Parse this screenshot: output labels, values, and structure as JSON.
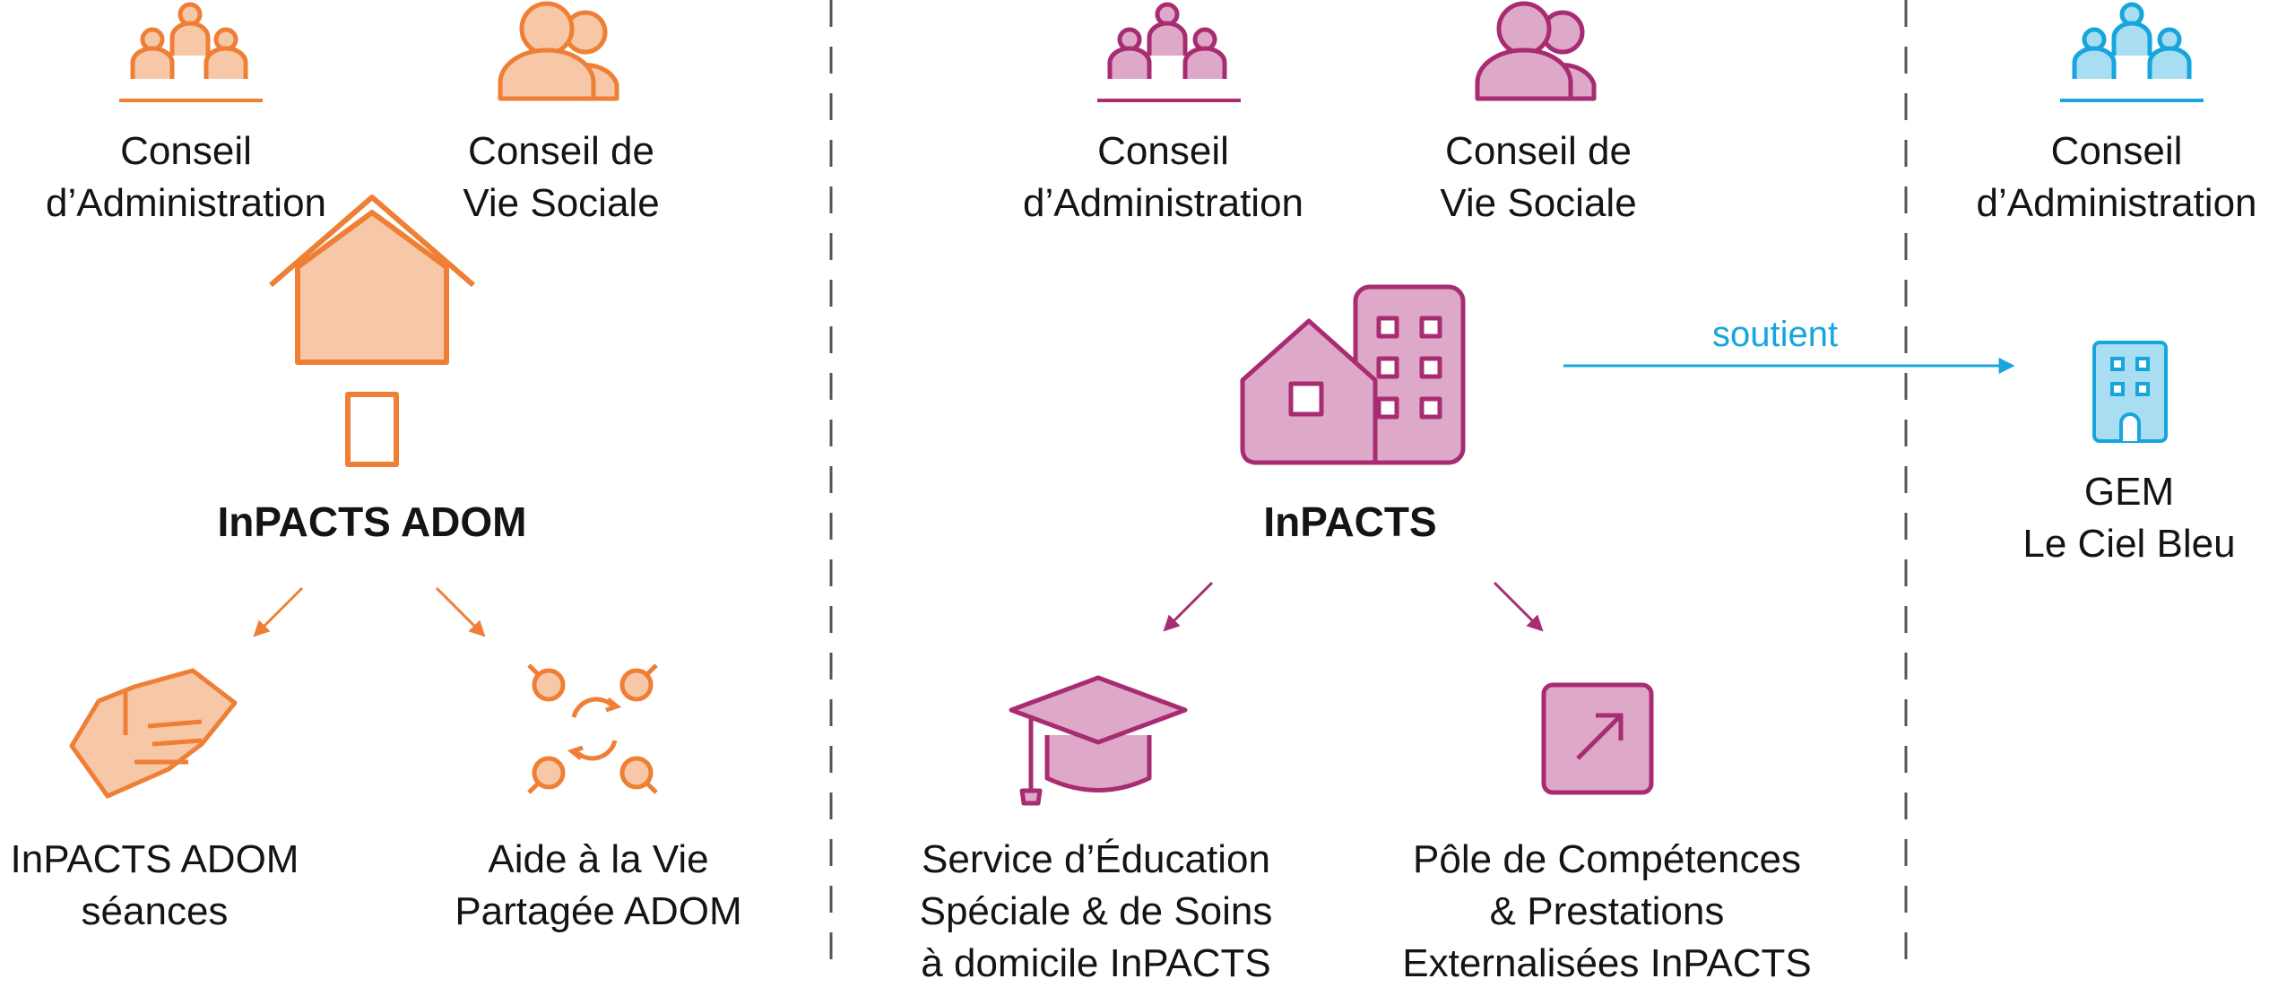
{
  "colors": {
    "adom_stroke": "#EE7F35",
    "adom_fill": "#F7C8A8",
    "inpacts_stroke": "#A82C72",
    "inpacts_fill": "#DEA9C8",
    "gem_stroke": "#17A5DD",
    "gem_fill": "#A8DDF2",
    "divider": "#555555"
  },
  "adom": {
    "conseil_admin": [
      "Conseil",
      "d’Administration"
    ],
    "conseil_vie": [
      "Conseil de",
      "Vie Sociale"
    ],
    "title": "InPACTS ADOM",
    "child_1": [
      "InPACTS ADOM",
      "séances"
    ],
    "child_2": [
      "Aide à la Vie",
      "Partagée ADOM"
    ],
    "icons": [
      "group-icon",
      "users-icon",
      "house-icon",
      "handshake-icon",
      "shared-cycle-icon"
    ]
  },
  "inpacts": {
    "conseil_admin": [
      "Conseil",
      "d’Administration"
    ],
    "conseil_vie": [
      "Conseil de",
      "Vie Sociale"
    ],
    "title": "InPACTS",
    "child_1": [
      "Service d’Éducation",
      "Spéciale & de Soins",
      "à domicile InPACTS"
    ],
    "child_2": [
      "Pôle de Compétences",
      "& Prestations",
      "Externalisées InPACTS"
    ],
    "icons": [
      "group-icon",
      "users-icon",
      "house-building-icon",
      "graduation-cap-icon",
      "external-link-icon"
    ]
  },
  "gem": {
    "conseil_admin": [
      "Conseil",
      "d’Administration"
    ],
    "name": [
      "GEM",
      "Le Ciel Bleu"
    ],
    "relation": "soutient",
    "icons": [
      "group-icon",
      "building-icon"
    ]
  }
}
